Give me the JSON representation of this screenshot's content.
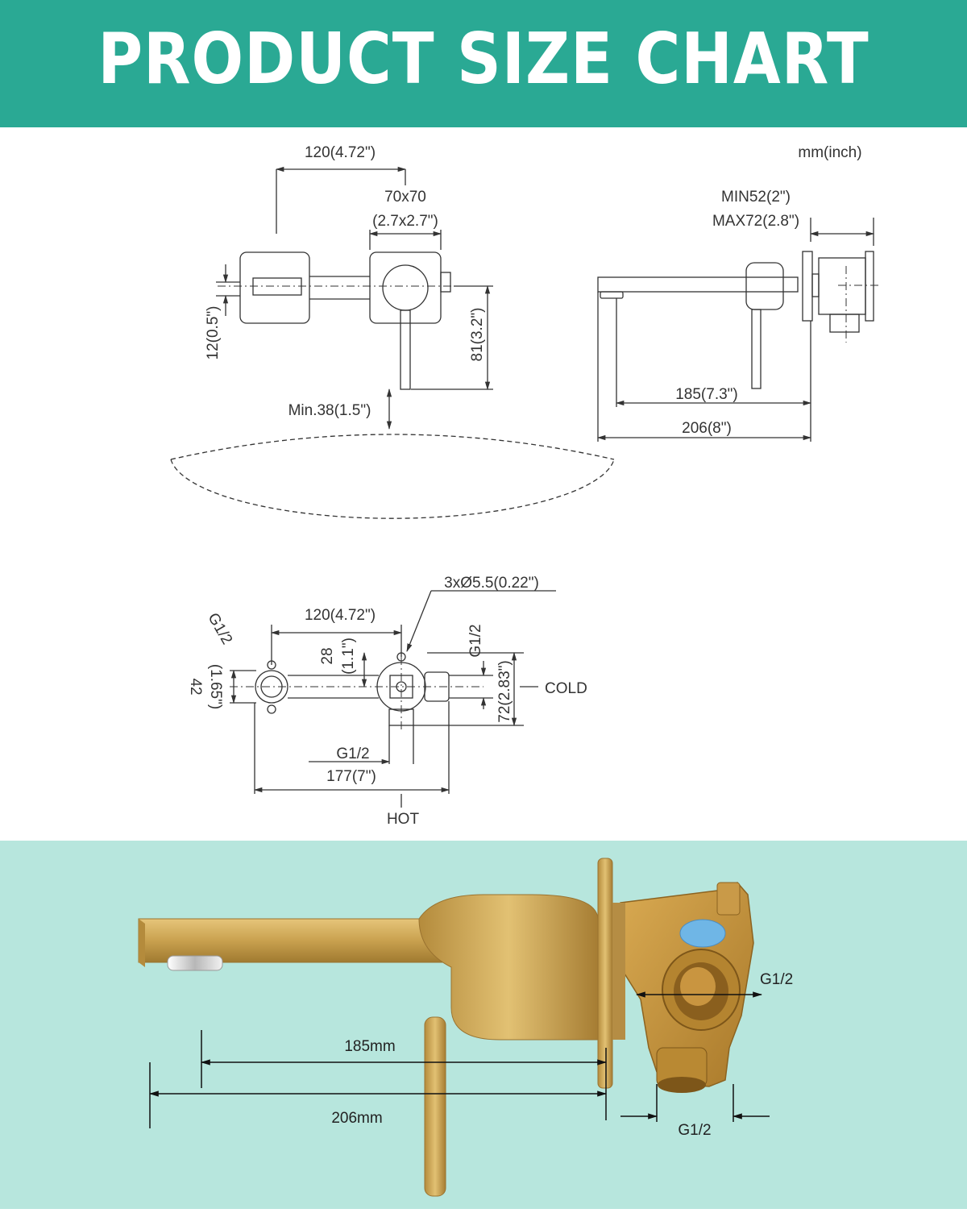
{
  "title": "PRODUCT SIZE CHART",
  "unit_note": "mm(inch)",
  "front_view": {
    "dim_spacing": "120(4.72\")",
    "dim_plate_1": "70x70",
    "dim_plate_2": "(2.7x2.7\")",
    "dim_spout_height": "12(0.5\")",
    "dim_handle_length": "81(3.2\")",
    "dim_clearance": "Min.38(1.5\")"
  },
  "side_view": {
    "dim_min_depth": "MIN52(2\")",
    "dim_max_depth": "MAX72(2.8\")",
    "dim_spout_reach": "185(7.3\")",
    "dim_total_length": "206(8\")"
  },
  "valve_view": {
    "dim_holes": "3xØ5.5(0.22\")",
    "dim_spacing": "120(4.72\")",
    "label_g12_left": "G1/2",
    "dim_28": "28",
    "dim_28_in": "(1.1\")",
    "label_g12_right": "G1/2",
    "dim_72": "72(2.83\")",
    "dim_42": "42",
    "dim_42_in": "(1.65\")",
    "label_cold": "COLD",
    "label_g12_bottom": "G1/2",
    "dim_177": "177(7\")",
    "label_hot": "HOT"
  },
  "photo": {
    "dim_185": "185mm",
    "dim_206": "206mm",
    "label_g12_side": "G1/2",
    "label_g12_bottom": "G1/2"
  },
  "colors": {
    "banner": "#2aa994",
    "photo_bg": "#b7e6dd",
    "gold": "#c9a14f",
    "brass": "#c7973f",
    "blue_cap": "#6fb6e6"
  }
}
